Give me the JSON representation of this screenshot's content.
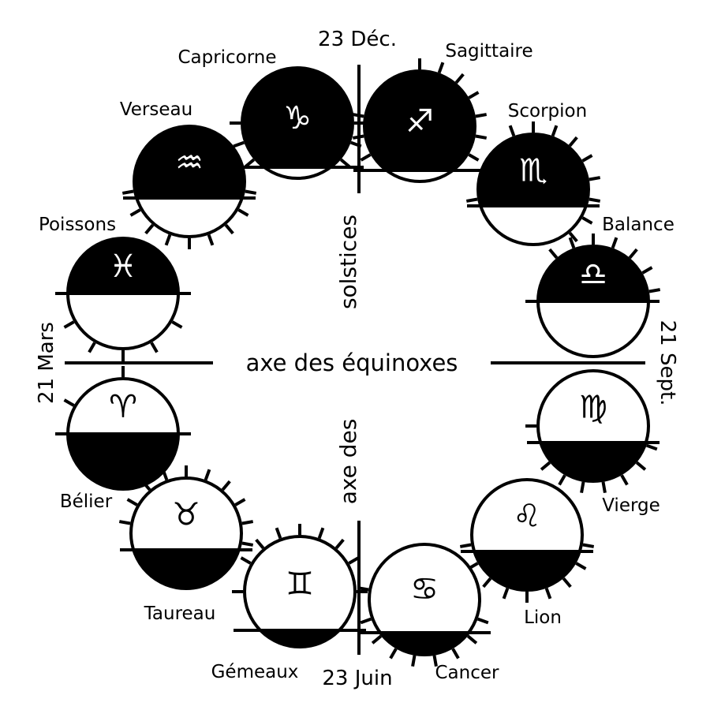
{
  "axes": {
    "equinox_label": "axe des équinoxes",
    "solstice_upper_label": "solstices",
    "solstice_lower_label": "axe des",
    "dates": {
      "top": "23 Déc.",
      "bottom": "23 Juin",
      "left": "21 Mars",
      "right": "21 Sept."
    }
  },
  "signs": [
    {
      "id": "capricorne",
      "name": "Capricorne",
      "symbol": "♑",
      "light_fraction": 0.1
    },
    {
      "id": "sagittaire",
      "name": "Sagittaire",
      "symbol": "♐",
      "light_fraction": 0.1
    },
    {
      "id": "scorpion",
      "name": "Scorpion",
      "symbol": "♏",
      "light_fraction": 0.35
    },
    {
      "id": "balance",
      "name": "Balance",
      "symbol": "♎",
      "light_fraction": 0.5
    },
    {
      "id": "vierge",
      "name": "Vierge",
      "symbol": "♍",
      "light_fraction": 0.65
    },
    {
      "id": "lion",
      "name": "Lion",
      "symbol": "♌",
      "light_fraction": 0.65
    },
    {
      "id": "cancer",
      "name": "Cancer",
      "symbol": "♋",
      "light_fraction": 0.8
    },
    {
      "id": "gemeaux",
      "name": "Gémeaux",
      "symbol": "♊",
      "light_fraction": 0.85
    },
    {
      "id": "taureau",
      "name": "Taureau",
      "symbol": "♉",
      "light_fraction": 0.65
    },
    {
      "id": "belier",
      "name": "Bélier",
      "symbol": "♈",
      "light_fraction": 0.5
    },
    {
      "id": "poissons",
      "name": "Poissons",
      "symbol": "♓",
      "light_fraction": 0.5
    },
    {
      "id": "verseau",
      "name": "Verseau",
      "symbol": "♒",
      "light_fraction": 0.35
    }
  ]
}
